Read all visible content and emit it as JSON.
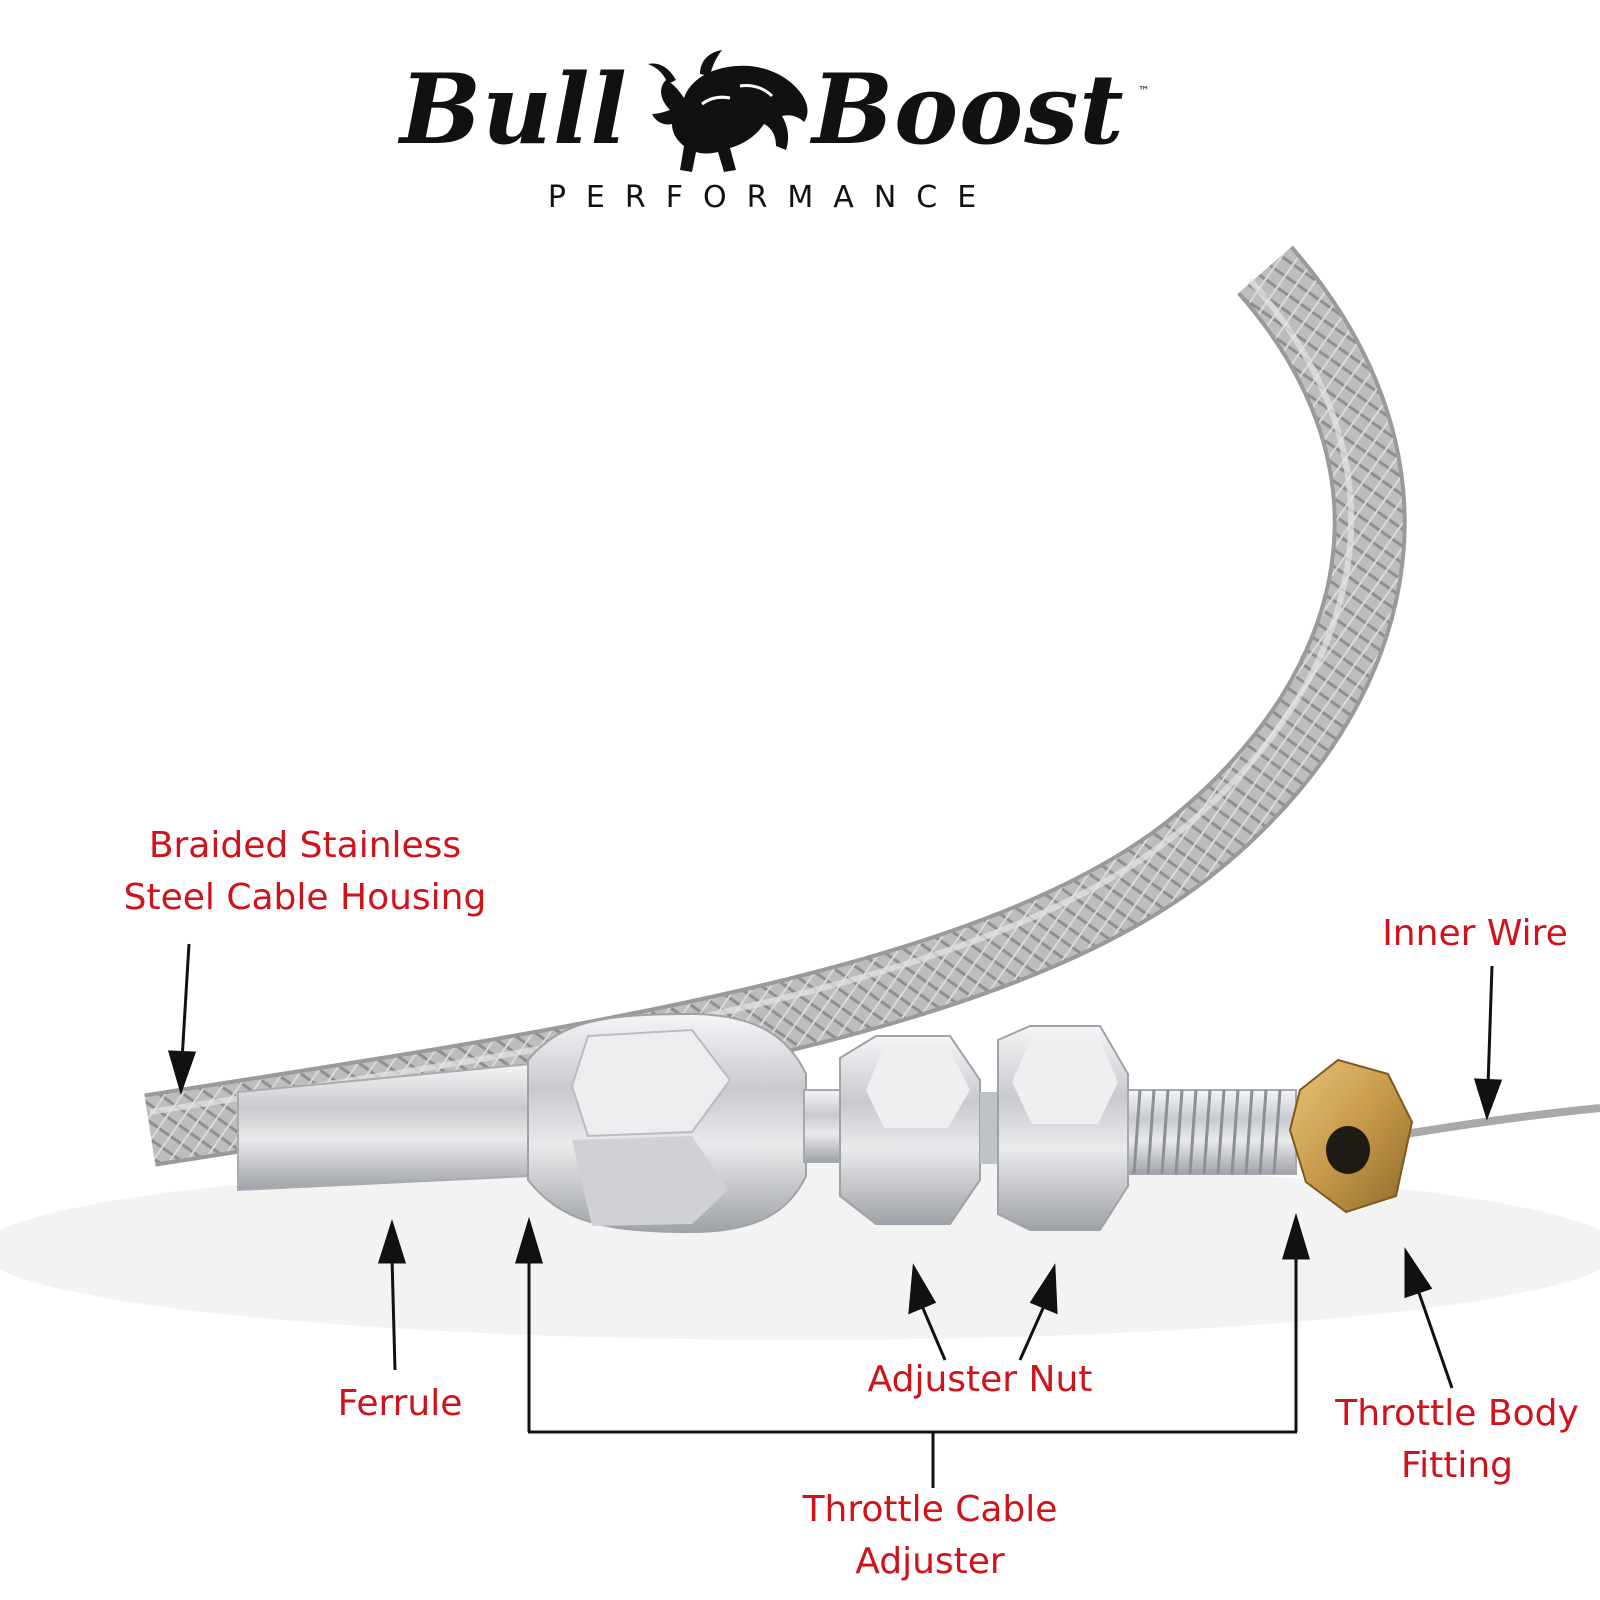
{
  "logo": {
    "word_left": "Bull",
    "word_right": "Boost",
    "subtitle": "PERFORMANCE",
    "trademark": "™"
  },
  "colors": {
    "label_red": "#d0121b",
    "logo_black": "#111111",
    "steel": "#b9b9b7",
    "aluminum": "#d6d7d9",
    "brass": "#c79a4a"
  },
  "callouts": {
    "housing": [
      "Braided Stainless",
      "Steel Cable Housing"
    ],
    "inner_wire": "Inner Wire",
    "ferrule": "Ferrule",
    "adjuster_nut": "Adjuster Nut",
    "throttle_body_fitting": [
      "Throttle Body",
      "Fitting"
    ],
    "throttle_cable_adjuster": [
      "Throttle Cable",
      "Adjuster"
    ]
  },
  "icons": {
    "logo_emblem": "charging-bull-icon"
  }
}
